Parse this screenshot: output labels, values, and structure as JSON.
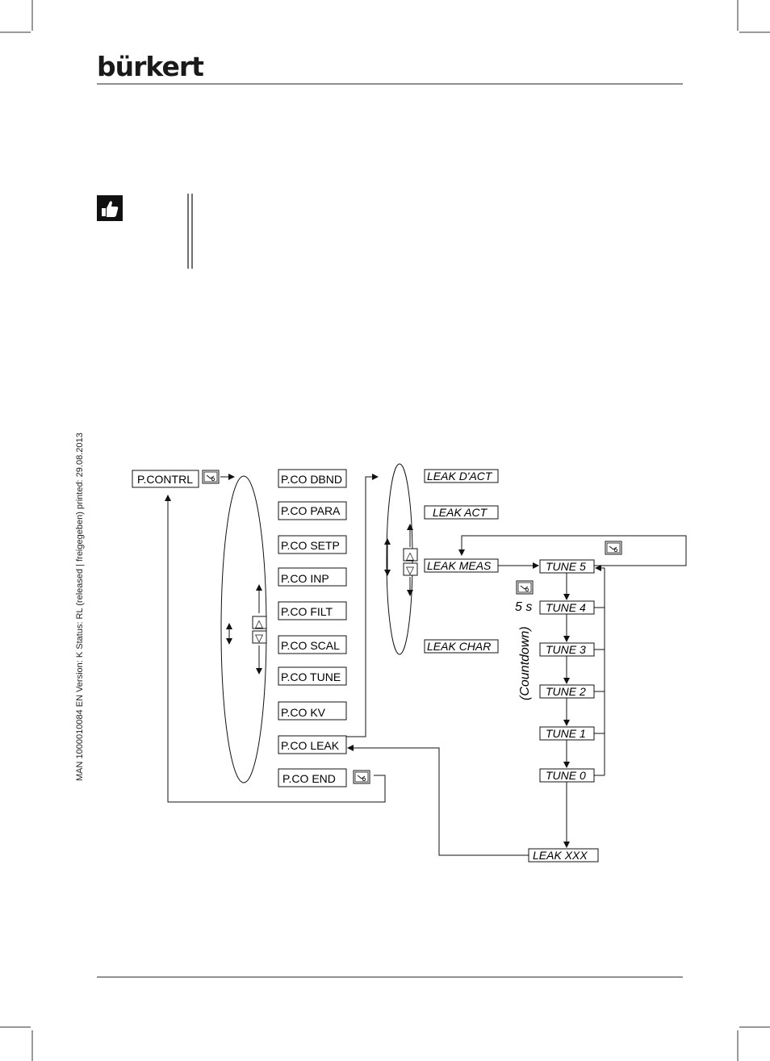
{
  "header": {
    "brand": "bürkert"
  },
  "sidebar": {
    "doc_info": "MAN  1000010084  EN  Version: K  Status: RL (released | freigegeben)  printed: 29.08.2013"
  },
  "diagram": {
    "main_box": "P.CONTRL",
    "menu_items": [
      "P.CO DBND",
      "P.CO PARA",
      "P.CO SETP",
      "P.CO INP",
      "P.CO FILT",
      "P.CO SCAL",
      "P.CO TUNE",
      "P.CO KV",
      "P.CO LEAK",
      "P.CO END"
    ],
    "leak_items": [
      "LEAK D'ACT",
      "LEAK ACT",
      "LEAK MEAS",
      "LEAK CHAR"
    ],
    "tune_steps": [
      "TUNE 5",
      "TUNE 4",
      "TUNE 3",
      "TUNE 2",
      "TUNE 1",
      "TUNE 0"
    ],
    "result": "LEAK XXX",
    "delay_label": "5 s",
    "countdown_label": "(Countdown)",
    "up_key": "△",
    "down_key": "▽"
  }
}
